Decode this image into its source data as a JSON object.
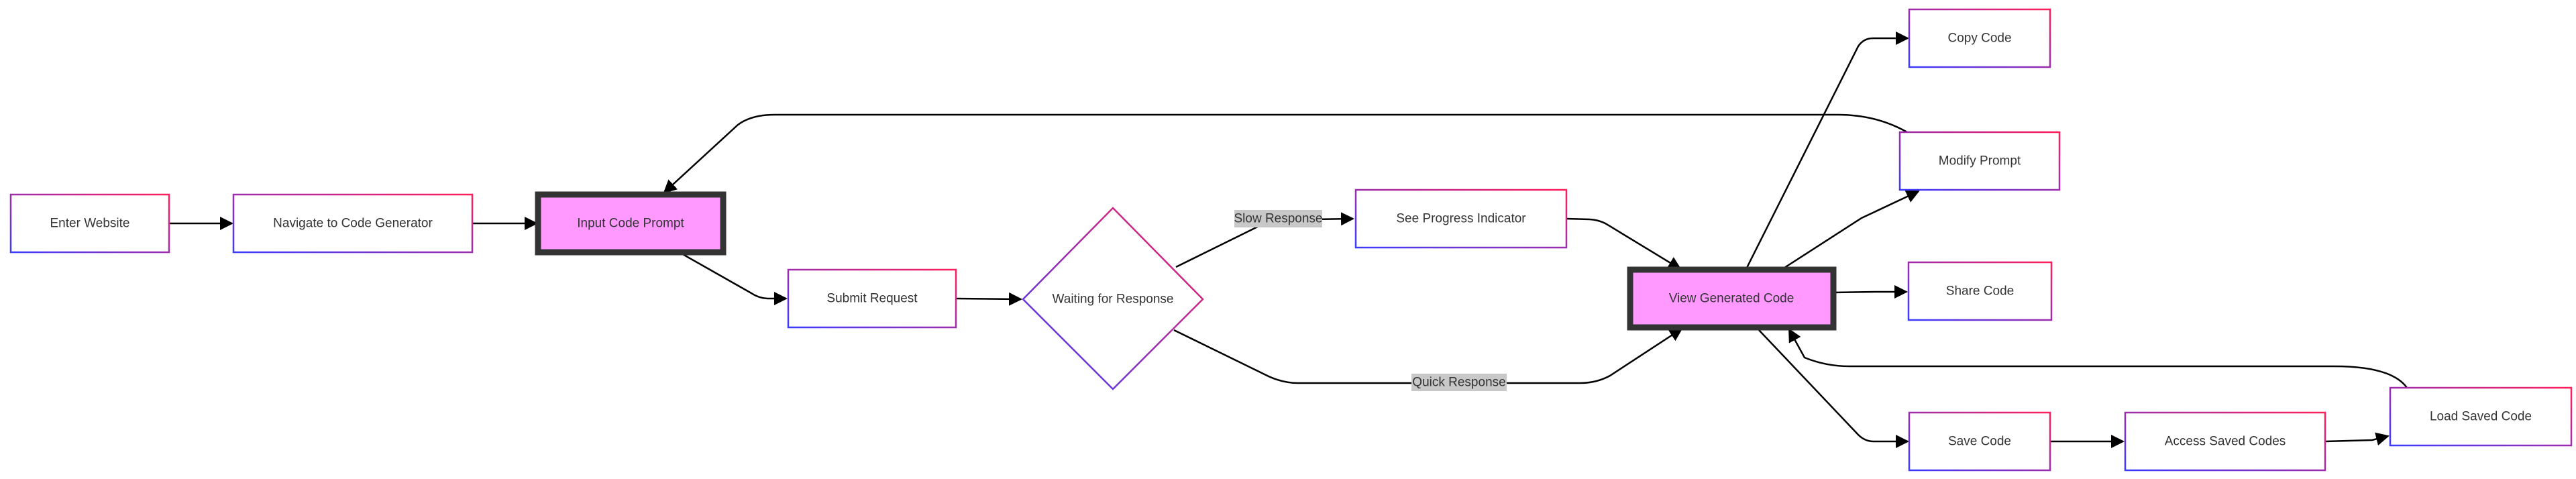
{
  "diagram": {
    "colors": {
      "border_start": "#3b3bff",
      "border_end": "#ff1f5a",
      "highlight_fill": "#ff99ff",
      "highlight_border": "#333333",
      "edge": "#000000",
      "edge_label_bg": "#c8c8c8"
    },
    "nodes": {
      "enter_website": "Enter Website",
      "navigate_code_generator": "Navigate to Code Generator",
      "input_code_prompt": "Input Code Prompt",
      "submit_request": "Submit Request",
      "waiting_for_response": "Waiting for Response",
      "see_progress_indicator": "See Progress Indicator",
      "view_generated_code": "View Generated Code",
      "copy_code": "Copy Code",
      "modify_prompt": "Modify Prompt",
      "share_code": "Share Code",
      "save_code": "Save Code",
      "access_saved_codes": "Access Saved Codes",
      "load_saved_code": "Load Saved Code"
    },
    "edge_labels": {
      "slow_response": "Slow Response",
      "quick_response": "Quick Response"
    }
  }
}
